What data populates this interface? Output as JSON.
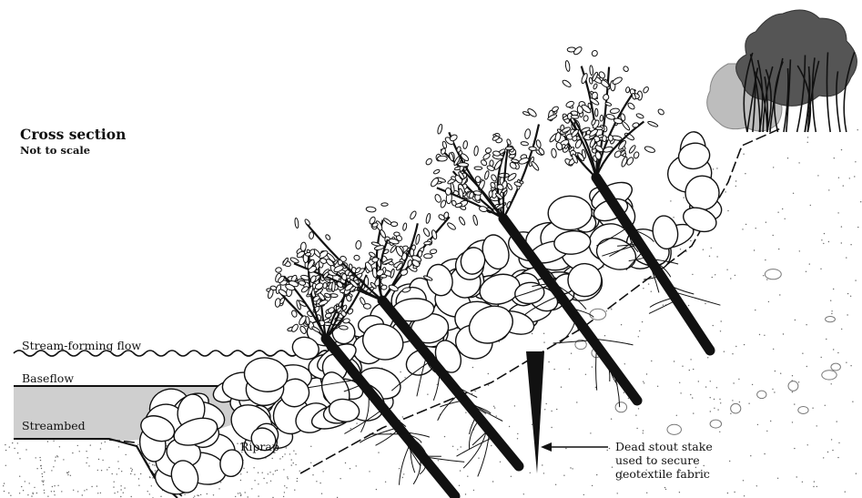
{
  "diagram": {
    "title": "Cross section",
    "subtitle": "Not to scale",
    "labels": {
      "stream_forming_flow": "Stream-forming flow",
      "baseflow": "Baseflow",
      "streambed": "Streambed",
      "riprap": "Riprap",
      "stake_line1": "Dead stout stake",
      "stake_line2": "used to secure",
      "stake_line3": "geotextile fabric"
    },
    "colors": {
      "streambed_fill": "#cfcfcf",
      "ink": "#111111",
      "shrub_dark": "#555555",
      "shrub_light": "#bdbdbd"
    }
  }
}
